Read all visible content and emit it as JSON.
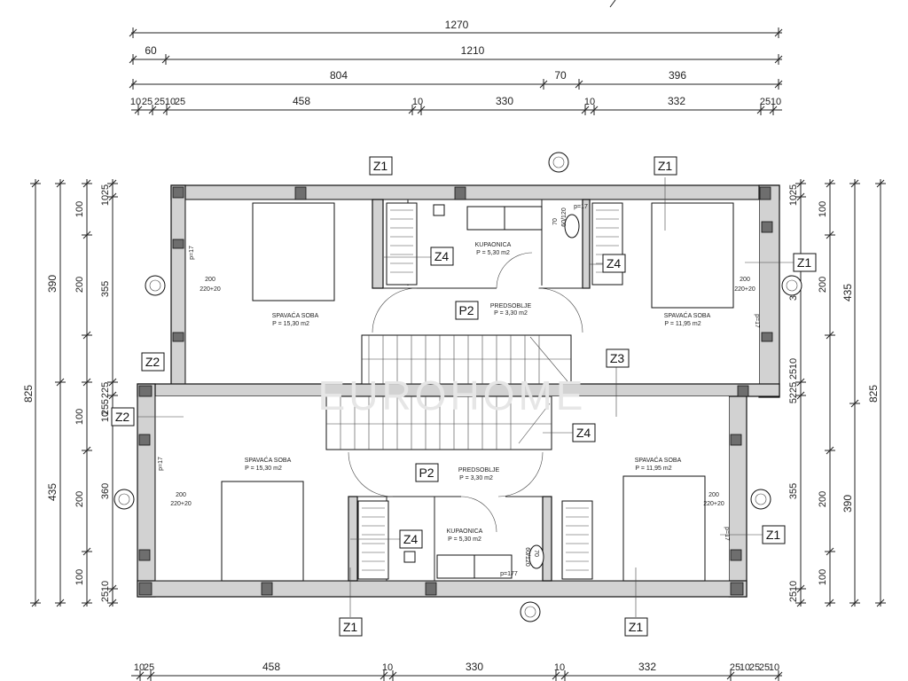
{
  "dimensions": {
    "top": {
      "row1": [
        "1270"
      ],
      "row2": [
        "60",
        "1210"
      ],
      "row3": [
        "804",
        "70",
        "396"
      ],
      "row4": [
        "10",
        "25",
        "25",
        "10",
        "25",
        "458",
        "10",
        "330",
        "10",
        "332",
        "25",
        "10"
      ]
    },
    "bottom": [
      "10",
      "25",
      "458",
      "10",
      "330",
      "10",
      "332",
      "25",
      "10",
      "25",
      "25",
      "10"
    ],
    "left_outer": [
      "825"
    ],
    "left_mid": [
      "390",
      "435"
    ],
    "left_inner": [
      "100",
      "200",
      "100",
      "200",
      "100"
    ],
    "left_wall": [
      "25",
      "10",
      "355",
      "225",
      "5",
      "25",
      "10",
      "360",
      "10",
      "25"
    ],
    "right_outer": [
      "825"
    ],
    "right_mid": [
      "435",
      "390"
    ],
    "right_inner": [
      "100",
      "200",
      "200",
      "100"
    ],
    "right_wall": [
      "25",
      "10",
      "360",
      "10",
      "25",
      "225",
      "5",
      "355",
      "10",
      "25"
    ]
  },
  "rooms": {
    "bed_tl": {
      "name": "SPAVAĆA SOBA",
      "area": "P = 15,30 m2"
    },
    "bed_tr": {
      "name": "SPAVAĆA SOBA",
      "area": "P = 11,95 m2"
    },
    "bed_bl": {
      "name": "SPAVAĆA SOBA",
      "area": "P = 15,30 m2"
    },
    "bed_br": {
      "name": "SPAVAĆA SOBA",
      "area": "P = 11,95 m2"
    },
    "bath_top": {
      "name": "KUPAONICA",
      "area": "P = 5,30 m2"
    },
    "bath_bot": {
      "name": "KUPAONICA",
      "area": "P = 5,30 m2"
    },
    "hall_top": {
      "name": "PREDSOBLJE",
      "area": "P = 3,30 m2"
    },
    "hall_bot": {
      "name": "PREDSOBLJE",
      "area": "P = 3,30 m2"
    }
  },
  "windows": {
    "w_tl": {
      "a": "200",
      "b": "220+20"
    },
    "w_tr": {
      "a": "200",
      "b": "220+20"
    },
    "w_bl": {
      "a": "200",
      "b": "220+20"
    },
    "w_br": {
      "a": "200",
      "b": "220+20"
    },
    "p17_tl": "p=17",
    "p17_tr": "p=17",
    "p17_bl": "p=17",
    "p17_br": "p=17",
    "p17_bath_top": "p=17",
    "p17_bath_bot": "p=177",
    "small_top": {
      "a": "70",
      "b": "60/120"
    },
    "small_bot": {
      "a": "70",
      "b": "60/120"
    }
  },
  "tags": {
    "z1_top_center": "Z1",
    "z1_top_right": "Z1",
    "z1_right_upper": "Z1",
    "z1_right_lower": "Z1",
    "z1_bottom_left": "Z1",
    "z1_bottom_right": "Z1",
    "z2_left_upper": "Z2",
    "z2_left_lower": "Z2",
    "z3": "Z3",
    "z4_top_left": "Z4",
    "z4_top_right": "Z4",
    "z4_bottom_left": "Z4",
    "z4_center": "Z4",
    "p2_top": "P2",
    "p2_bottom": "P2"
  },
  "watermark": "EUROHOME"
}
